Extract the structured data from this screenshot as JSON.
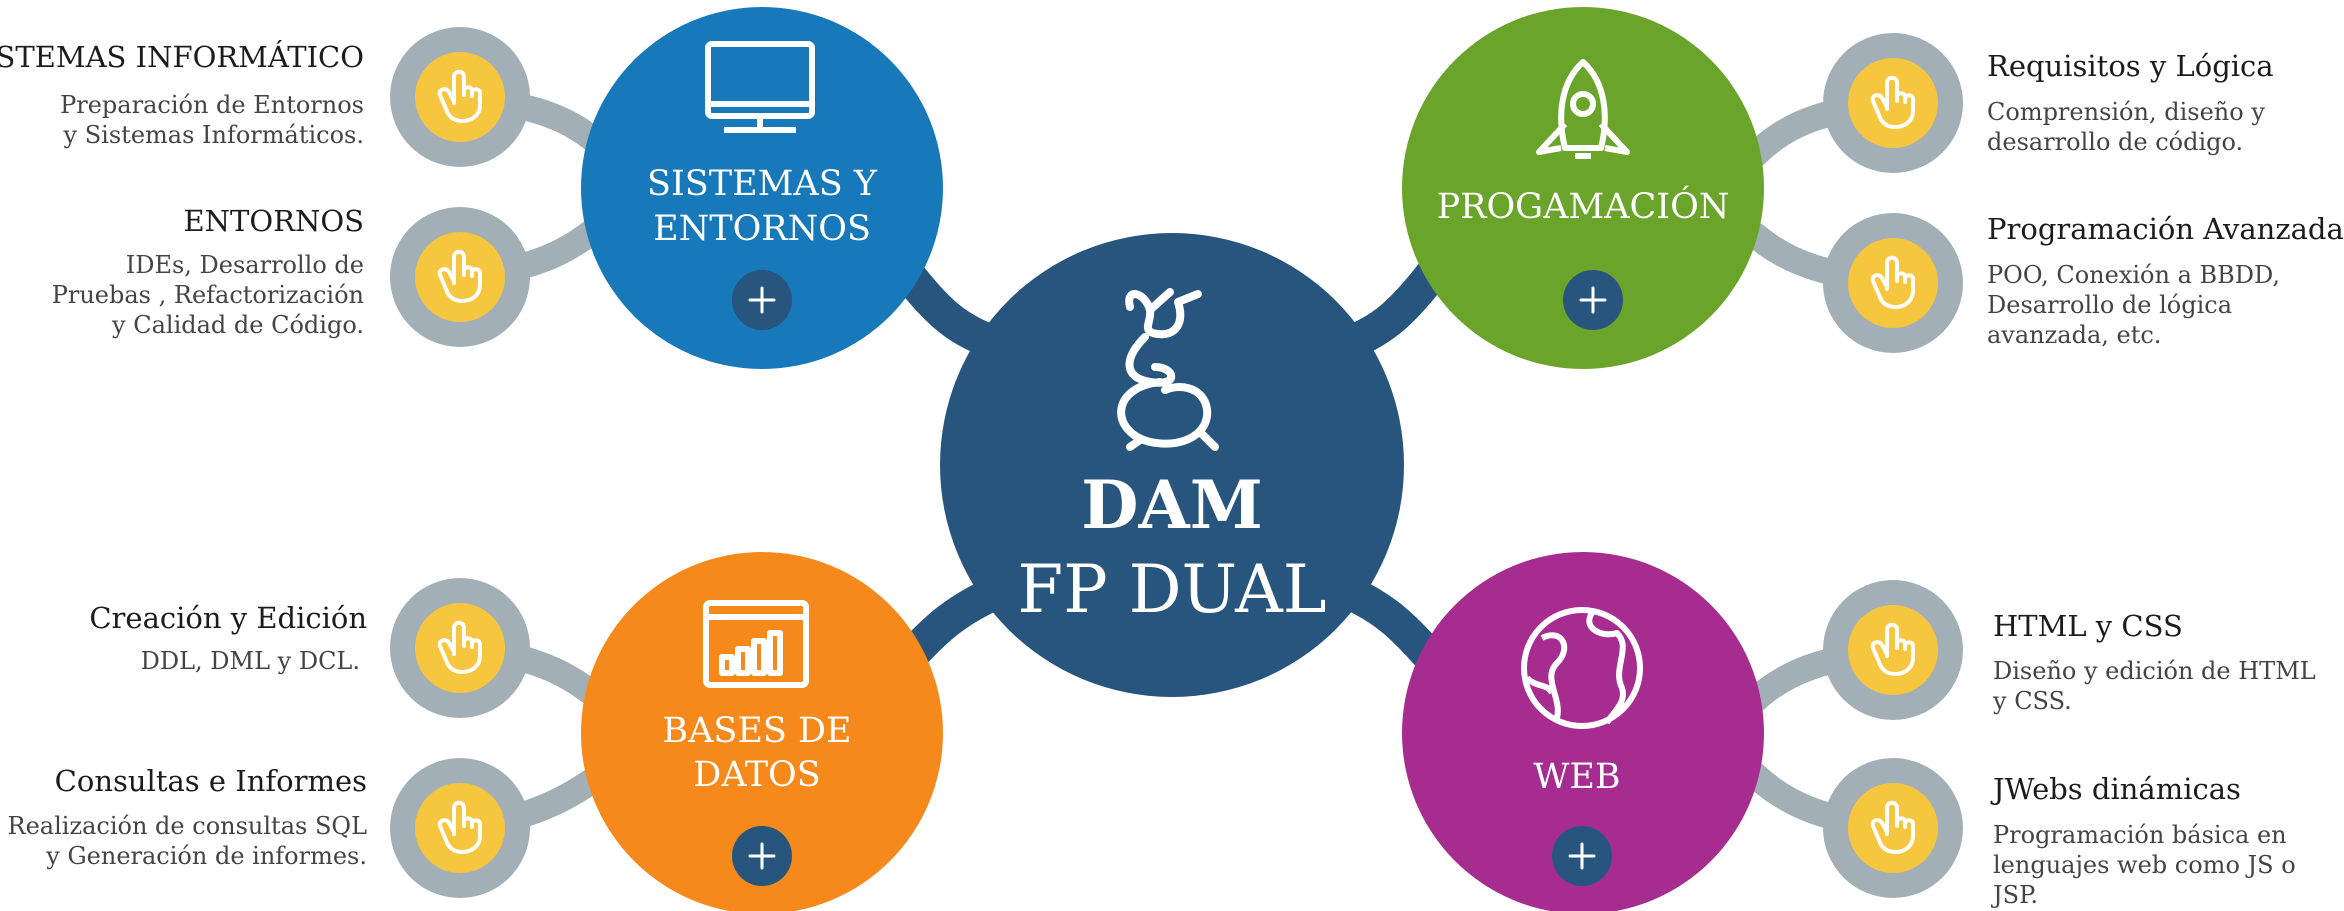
{
  "center": {
    "title": "DAM",
    "subtitle": "FP DUAL",
    "logo_icon": "dancing-figure-logo",
    "color": "#27557E"
  },
  "modules": {
    "sistemas": {
      "title_line1": "SISTEMAS Y",
      "title_line2": "ENTORNOS",
      "icon": "monitor-icon",
      "color": "#1779B9",
      "items": [
        {
          "title": "SISTEMAS INFORMÁTICO",
          "desc_line1": "Preparación de Entornos",
          "desc_line2": "y Sistemas Informáticos.",
          "desc_line3": ""
        },
        {
          "title": "ENTORNOS",
          "desc_line1": "IDEs, Desarrollo de",
          "desc_line2": "Pruebas , Refactorización",
          "desc_line3": "y Calidad de Código."
        }
      ]
    },
    "programacion": {
      "title_line1": "PROGAMACIÓN",
      "title_line2": "",
      "icon": "rocket-icon",
      "color": "#6BA42A",
      "items": [
        {
          "title": "Requisitos y Lógica",
          "desc_line1": "Comprensión, diseño y",
          "desc_line2": "desarrollo de código.",
          "desc_line3": ""
        },
        {
          "title": "Programación Avanzada",
          "desc_line1": "POO, Conexión a BBDD,",
          "desc_line2": "Desarrollo de lógica",
          "desc_line3": "avanzada, etc."
        }
      ]
    },
    "bases": {
      "title_line1": "BASES DE",
      "title_line2": "DATOS",
      "icon": "bar-chart-board-icon",
      "color": "#F5891C",
      "items": [
        {
          "title": "Creación y Edición",
          "desc_line1": "DDL, DML y DCL.",
          "desc_line2": "",
          "desc_line3": ""
        },
        {
          "title": "Consultas e Informes",
          "desc_line1": "Realización de consultas SQL",
          "desc_line2": "y Generación de informes.",
          "desc_line3": ""
        }
      ]
    },
    "web": {
      "title_line1": "WEB",
      "title_line2": "",
      "icon": "globe-icon",
      "color": "#A62C8F",
      "items": [
        {
          "title": "HTML y CSS",
          "desc_line1": "Diseño y edición de HTML",
          "desc_line2": "y CSS.",
          "desc_line3": ""
        },
        {
          "title": "JWebs dinámicas",
          "desc_line1": "Programación básica en",
          "desc_line2": "lenguajes web como JS o",
          "desc_line3": "JSP."
        }
      ]
    }
  },
  "colors": {
    "connector": "#27557E",
    "sub_ring": "#A3AFB6",
    "sub_fill": "#F7C63F",
    "plus_button": "#27557E"
  },
  "icons": {
    "plus": "+",
    "hand_pointer": "hand-pointer-icon"
  }
}
